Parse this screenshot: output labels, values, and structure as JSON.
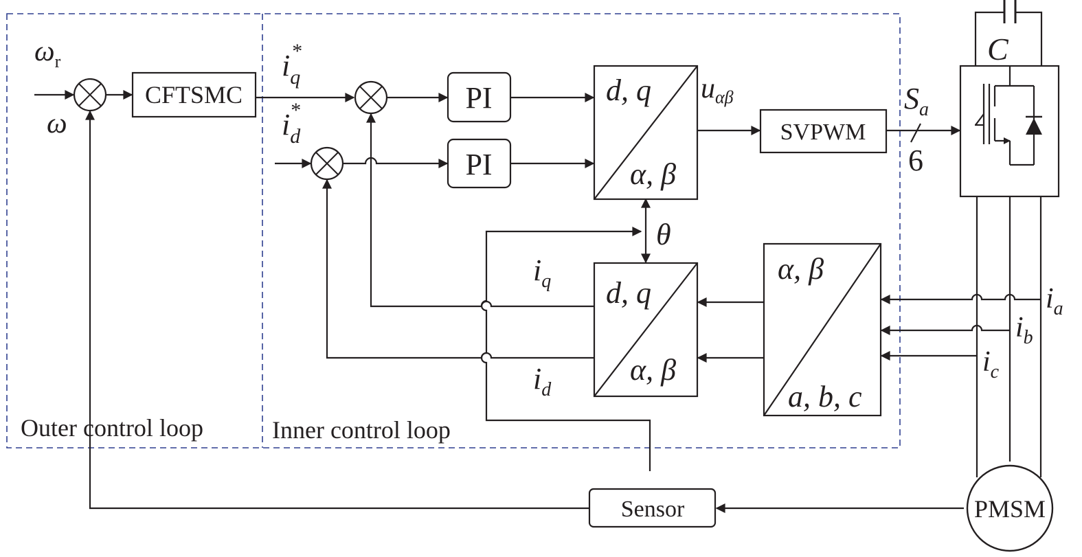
{
  "diagram": {
    "loops": {
      "outer": "Outer control loop",
      "inner": "Inner control loop"
    },
    "blocks": {
      "cftsmc": "CFTSMC",
      "pi_q": "PI",
      "pi_d": "PI",
      "svpwm": "SVPWM",
      "sensor": "Sensor",
      "pmsm": "PMSM"
    },
    "transforms": {
      "inverse_park": {
        "top": "d, q",
        "bottom": "α, β"
      },
      "park": {
        "top": "d, q",
        "bottom": "α, β"
      },
      "clarke": {
        "top": "α, β",
        "bottom": "a, b, c"
      }
    },
    "signals": {
      "omega_r": {
        "base": "ω",
        "sub": "r"
      },
      "omega": "ω",
      "iq_ref": {
        "base": "i",
        "sub": "q",
        "sup": "*"
      },
      "id_ref": {
        "base": "i",
        "sub": "d",
        "sup": "*"
      },
      "iq": {
        "base": "i",
        "sub": "q"
      },
      "id": {
        "base": "i",
        "sub": "d"
      },
      "u_ab": {
        "base": "u",
        "sub": "αβ"
      },
      "theta": "θ",
      "sa": {
        "base": "S",
        "sub": "a"
      },
      "bus_width": "6",
      "ia": {
        "base": "i",
        "sub": "a"
      },
      "ib": {
        "base": "i",
        "sub": "b"
      },
      "ic": {
        "base": "i",
        "sub": "c"
      },
      "cap": "C"
    }
  }
}
